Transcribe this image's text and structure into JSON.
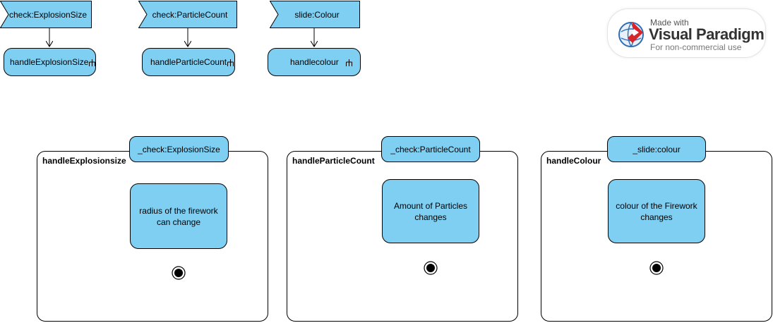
{
  "colors": {
    "node_fill": "#7fcff3",
    "stroke": "#000000",
    "watermark_red": "#d6262b",
    "watermark_blue": "#2f6fb5"
  },
  "signals": [
    {
      "label": "check:ExplosionSize"
    },
    {
      "label": "check:ParticleCount"
    },
    {
      "label": "slide:Colour"
    }
  ],
  "call_actions": [
    {
      "label": "handleExplosionSize",
      "icon": "rake-icon"
    },
    {
      "label": "handleParticleCount",
      "icon": "rake-icon"
    },
    {
      "label": "handlecolour",
      "icon": "rake-icon"
    }
  ],
  "activities": [
    {
      "name": "handleExplosionsize",
      "parameter": "_check:ExplosionSize",
      "action": "radius of the firework can change"
    },
    {
      "name": "handleParticleCount",
      "parameter": "_check:ParticleCount",
      "action": "Amount of Particles changes"
    },
    {
      "name": "handleColour",
      "parameter": "_slide:colour",
      "action": "colour of the Firework changes"
    }
  ],
  "watermark": {
    "made_with": "Made with",
    "brand": "Visual Paradigm",
    "note": "For non-commercial use"
  }
}
